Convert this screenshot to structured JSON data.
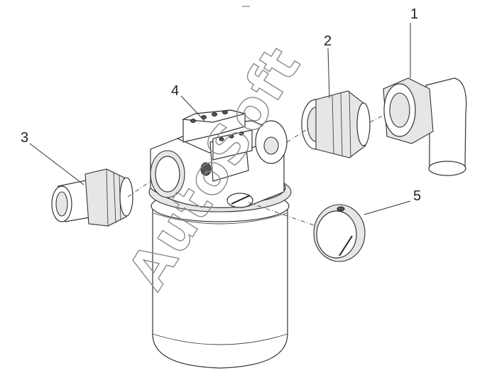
{
  "diagram": {
    "callouts": [
      {
        "id": "1",
        "label": "1"
      },
      {
        "id": "2",
        "label": "2"
      },
      {
        "id": "3",
        "label": "3"
      },
      {
        "id": "4",
        "label": "4"
      },
      {
        "id": "5",
        "label": "5"
      }
    ],
    "watermark": "AutoSoft",
    "colors": {
      "line": "#333333",
      "shade": "#e6e6e6",
      "background": "#ffffff",
      "watermark": "#8a8a8a"
    }
  }
}
